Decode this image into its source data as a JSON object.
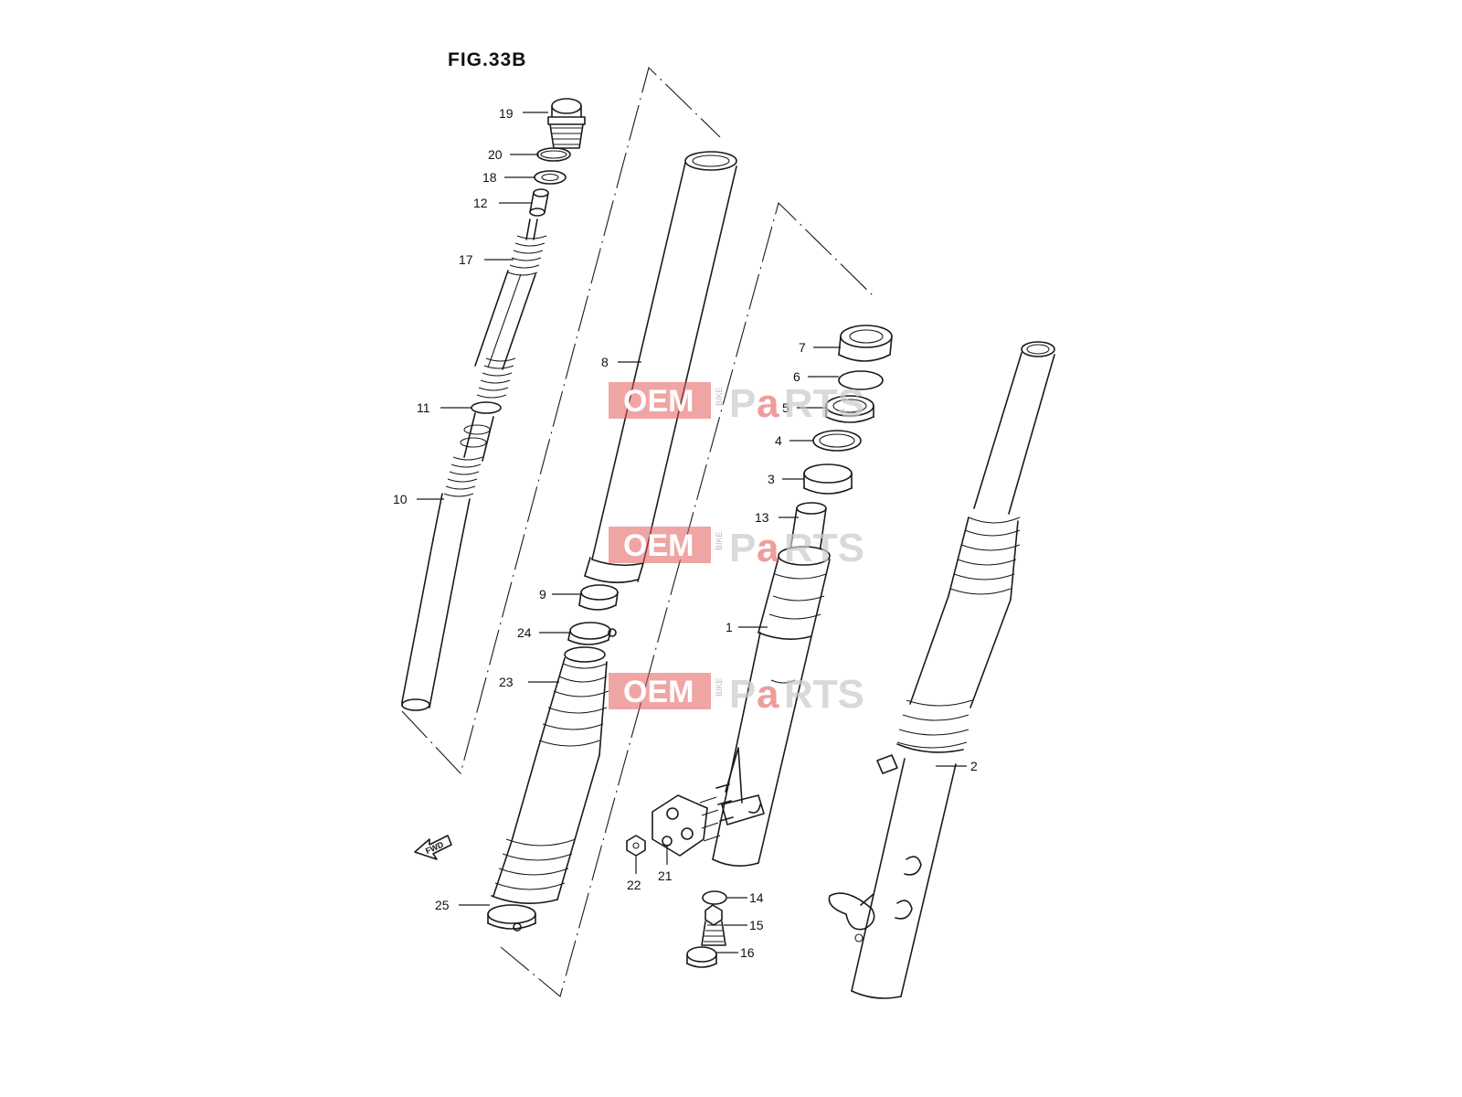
{
  "figure": {
    "title": "FIG.33B"
  },
  "callouts": [
    {
      "id": "19",
      "label": "19"
    },
    {
      "id": "20",
      "label": "20"
    },
    {
      "id": "18",
      "label": "18"
    },
    {
      "id": "12",
      "label": "12"
    },
    {
      "id": "17",
      "label": "17"
    },
    {
      "id": "11",
      "label": "11"
    },
    {
      "id": "10",
      "label": "10"
    },
    {
      "id": "8",
      "label": "8"
    },
    {
      "id": "9",
      "label": "9"
    },
    {
      "id": "24",
      "label": "24"
    },
    {
      "id": "23",
      "label": "23"
    },
    {
      "id": "25",
      "label": "25"
    },
    {
      "id": "7",
      "label": "7"
    },
    {
      "id": "6",
      "label": "6"
    },
    {
      "id": "5",
      "label": "5"
    },
    {
      "id": "4",
      "label": "4"
    },
    {
      "id": "3",
      "label": "3"
    },
    {
      "id": "13",
      "label": "13"
    },
    {
      "id": "1",
      "label": "1"
    },
    {
      "id": "2",
      "label": "2"
    },
    {
      "id": "22",
      "label": "22"
    },
    {
      "id": "21",
      "label": "21"
    },
    {
      "id": "14",
      "label": "14"
    },
    {
      "id": "15",
      "label": "15"
    },
    {
      "id": "16",
      "label": "16"
    }
  ],
  "fwd_marker": {
    "label": "FWD"
  },
  "watermark": {
    "brand_left": "OEM",
    "brand_mid": "BIKE",
    "brand_right_a": "P",
    "brand_right_b": "a",
    "brand_right_c": "RTS",
    "color": "#e35b5b"
  }
}
